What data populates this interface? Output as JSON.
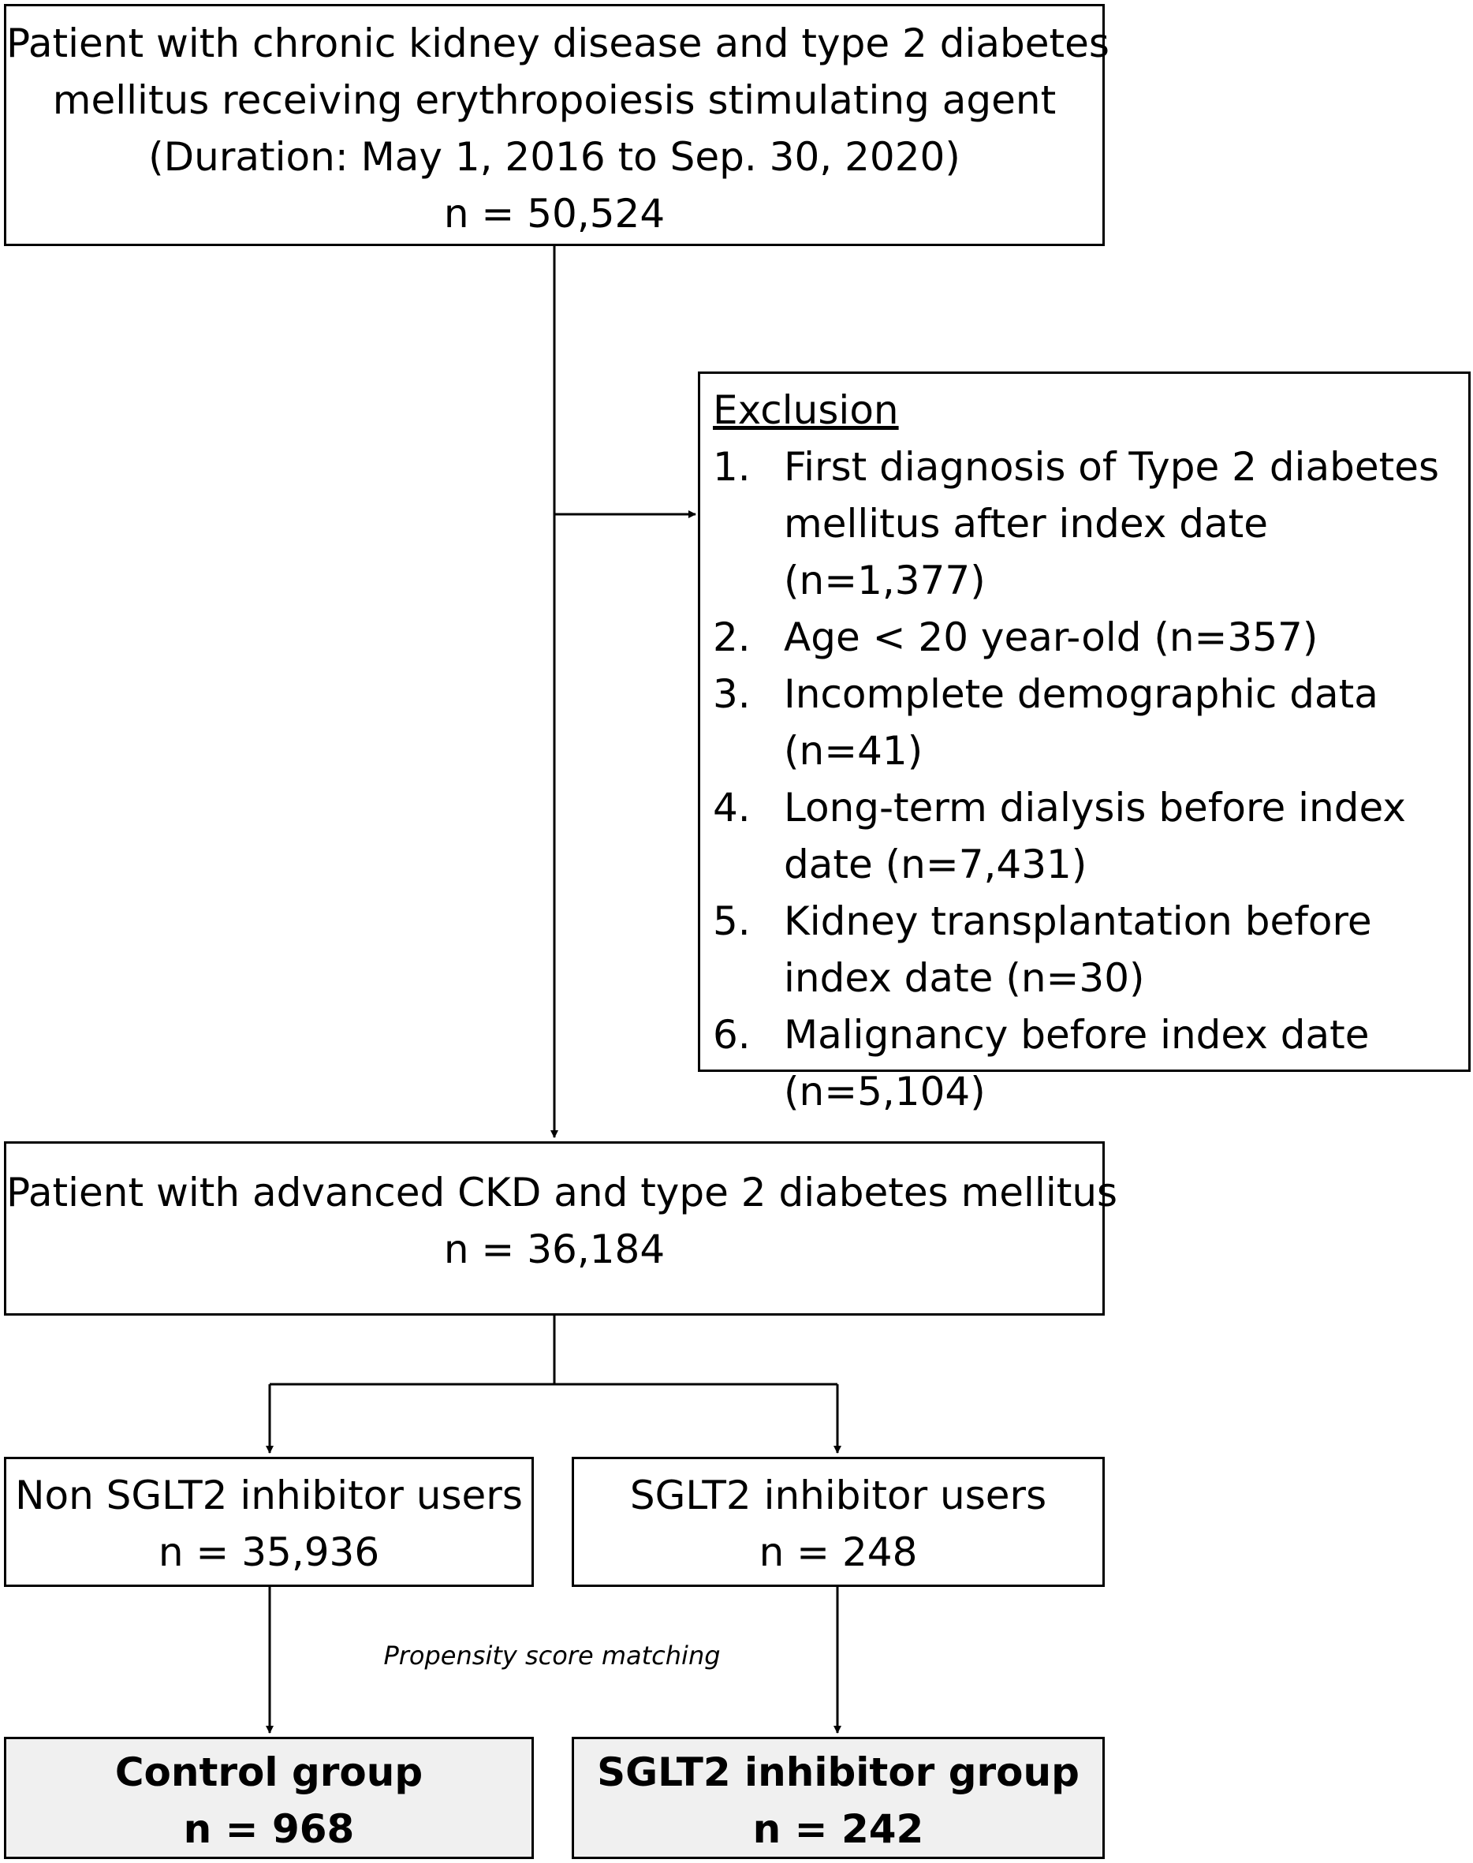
{
  "top_box": {
    "lines": [
      "Patient with chronic kidney disease and type 2 diabetes",
      "mellitus receiving erythropoiesis stimulating agent",
      "(Duration: May 1, 2016 to Sep. 30, 2020)",
      "n = 50,524"
    ]
  },
  "exclusion": {
    "title": "Exclusion",
    "items": [
      {
        "num": "1.",
        "text": "First diagnosis of Type 2 diabetes mellitus after index date (n=1,377)"
      },
      {
        "num": "2.",
        "text": "Age < 20 year-old (n=357)"
      },
      {
        "num": "3.",
        "text": "Incomplete demographic data (n=41)"
      },
      {
        "num": "4.",
        "text": "Long-term dialysis before index date (n=7,431)"
      },
      {
        "num": "5.",
        "text": "Kidney transplantation before index date (n=30)"
      },
      {
        "num": "6.",
        "text": "Malignancy before index date (n=5,104)"
      }
    ]
  },
  "advanced_box": {
    "lines": [
      "Patient with advanced CKD and type 2 diabetes mellitus",
      "n = 36,184"
    ]
  },
  "non_users_box": {
    "lines": [
      "Non SGLT2 inhibitor users",
      "n = 35,936"
    ]
  },
  "users_box": {
    "lines": [
      "SGLT2 inhibitor users",
      "n = 248"
    ]
  },
  "matching_label": "Propensity score matching",
  "control_box": {
    "lines": [
      "Control group",
      "n = 968"
    ]
  },
  "sglt2_group_box": {
    "lines": [
      "SGLT2 inhibitor group",
      "n = 242"
    ]
  }
}
